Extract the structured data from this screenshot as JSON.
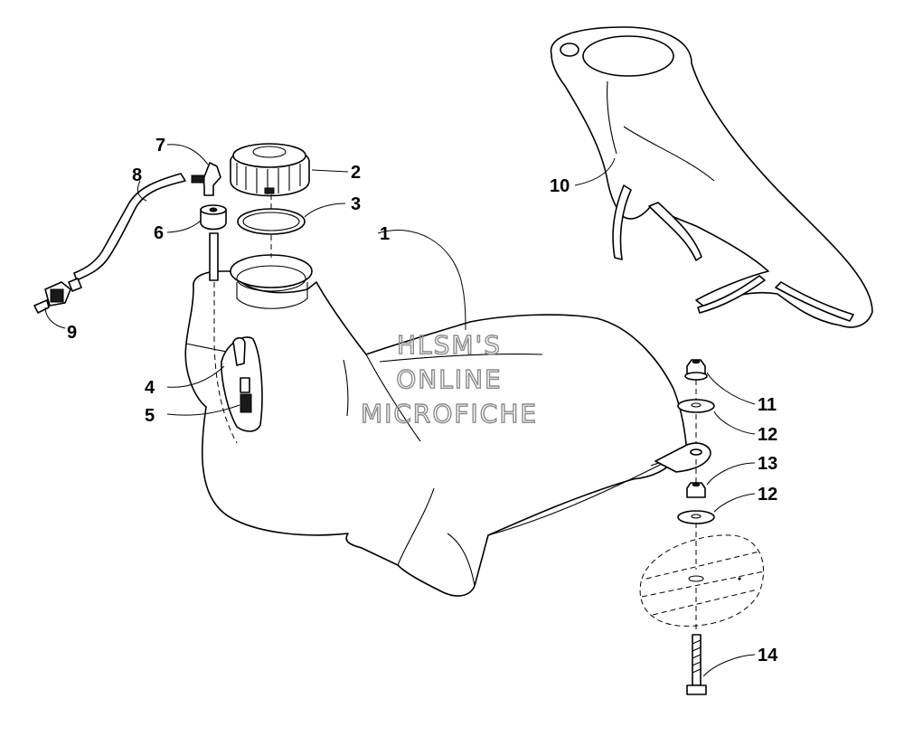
{
  "diagram": {
    "watermark": [
      "HLSM'S",
      "ONLINE",
      "MICROFICHE"
    ],
    "callouts": [
      {
        "id": "c1",
        "label": "1"
      },
      {
        "id": "c2",
        "label": "2"
      },
      {
        "id": "c3",
        "label": "3"
      },
      {
        "id": "c4",
        "label": "4"
      },
      {
        "id": "c5",
        "label": "5"
      },
      {
        "id": "c6",
        "label": "6"
      },
      {
        "id": "c7",
        "label": "7"
      },
      {
        "id": "c8",
        "label": "8"
      },
      {
        "id": "c9",
        "label": "9"
      },
      {
        "id": "c10",
        "label": "10"
      },
      {
        "id": "c11",
        "label": "11"
      },
      {
        "id": "c12a",
        "label": "12"
      },
      {
        "id": "c13",
        "label": "13"
      },
      {
        "id": "c12b",
        "label": "12"
      },
      {
        "id": "c14",
        "label": "14"
      }
    ]
  }
}
